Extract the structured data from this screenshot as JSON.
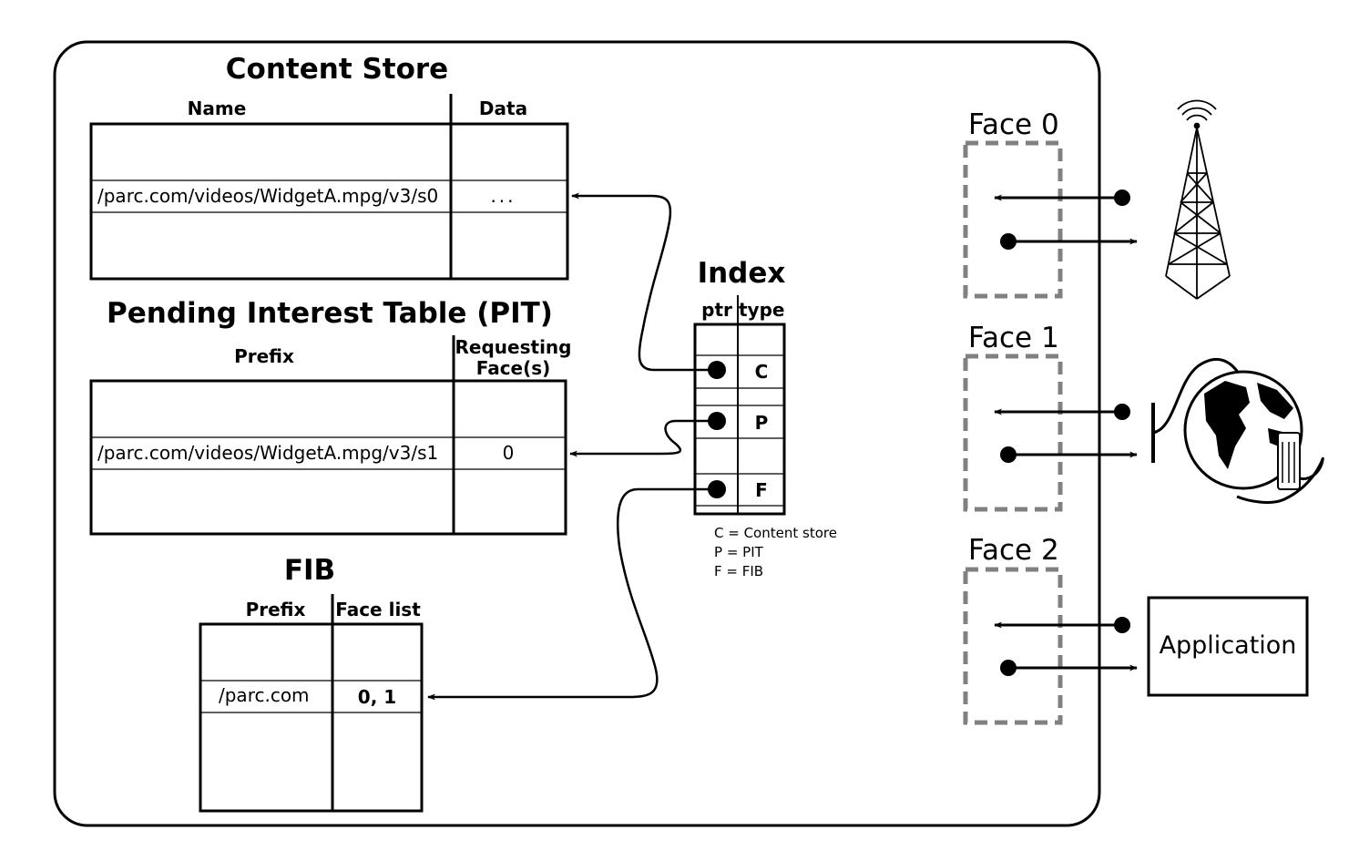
{
  "content_store": {
    "title": "Content Store",
    "col_name": "Name",
    "col_data": "Data",
    "row_name": "/parc.com/videos/WidgetA.mpg/v3/s0",
    "row_data": "..."
  },
  "pit": {
    "title": "Pending Interest Table (PIT)",
    "col_prefix": "Prefix",
    "col_faces_line1": "Requesting",
    "col_faces_line2": "Face(s)",
    "row_prefix": "/parc.com/videos/WidgetA.mpg/v3/s1",
    "row_face": "0"
  },
  "fib": {
    "title": "FIB",
    "col_prefix": "Prefix",
    "col_facelist": "Face list",
    "row_prefix": "/parc.com",
    "row_faces": "0, 1"
  },
  "index": {
    "title": "Index",
    "col_ptr": "ptr",
    "col_type": "type",
    "types": [
      "C",
      "P",
      "F"
    ],
    "legend": [
      "C = Content store",
      "P = PIT",
      "F = FIB"
    ]
  },
  "faces": [
    "Face 0",
    "Face 1",
    "Face 2"
  ],
  "application_label": "Application",
  "icons": [
    "radio-tower-icon",
    "internet-globe-icon",
    "application-box"
  ]
}
